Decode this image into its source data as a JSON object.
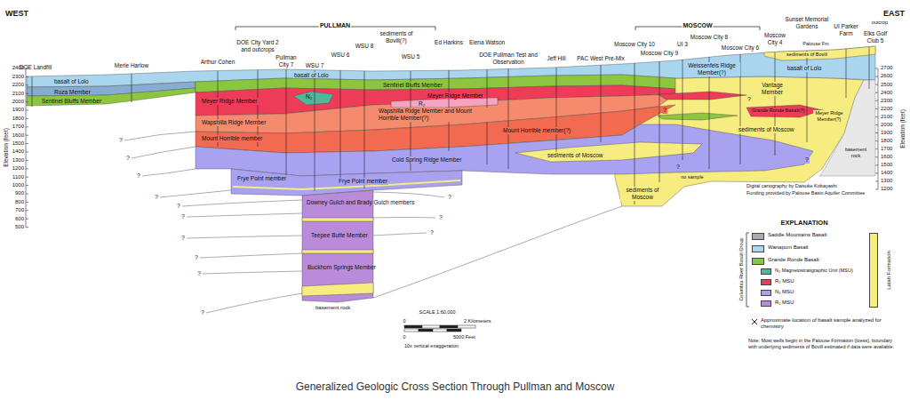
{
  "diagram": {
    "title": "Generalized Geologic Cross Section Through Pullman and Moscow",
    "labels": [
      "WEST",
      "EAST",
      "PULLMAN",
      "MOSCOW",
      "DOE Landfill",
      "Merle Harlow",
      "Arthur Cohen",
      "DOE City Yard 2 and outcrops",
      "Pullman City 7",
      "WSU 7",
      "WSU 6",
      "WSU 8",
      "sediments of Bovill(?)",
      "WSU 5",
      "Ed Harkins",
      "Elena Watson",
      "DOE Pullman Test and Observation",
      "Jeff Hill",
      "PAC West Pre-Mix",
      "Moscow City 10",
      "Moscow City 9",
      "UI 3",
      "Moscow City 8",
      "Moscow City 6",
      "Moscow City 4",
      "Sunset Memorial Gardens",
      "Palouse Fm",
      "UI Parker Farm",
      "Elks Golf Club 5",
      "outcrop",
      "2400",
      "2300",
      "2200",
      "2100",
      "2000",
      "1900",
      "1800",
      "1700",
      "1600",
      "1500",
      "1400",
      "1300",
      "1200",
      "1100",
      "1000",
      "900",
      "800",
      "700",
      "600",
      "500",
      "Elevation (feet)",
      "2700",
      "2600",
      "2500",
      "2400",
      "2300",
      "2200",
      "2100",
      "2000",
      "1900",
      "1800",
      "1700",
      "1600",
      "1500",
      "1400",
      "1300",
      "1200",
      "Elevation (feet)",
      "basalt of Lolo",
      "Roza Member",
      "Sentinel Bluffs Member",
      "basalt of Lolo",
      "Sentinel Bluffs Member",
      "Meyer Ridge Member",
      "Meyer Ridge Member",
      "N₂",
      "R₂",
      "Wapshilla Ridge Member",
      "Wapshilla Ridge Member and Mount Horrible Member(?)",
      "Mount Horrible member",
      "Mount Horrible member(?)",
      "Cold Spring Ridge Member",
      "sediments of Moscow",
      "Frye Point member",
      "Frye Point member",
      "Downey Gulch and Brady Gulch members",
      "Teepee Butte Member",
      "Buckhorn Springs Member",
      "basement rock",
      "sediments of Moscow",
      "no sample",
      "Weissenfels Ridge Member(?)",
      "Vantage Member",
      "sediments of Bovill",
      "basalt of Lolo",
      "Grande Ronde Basalt(?)",
      "Meyer Ridge Member(?)",
      "sediments of Moscow",
      "basement rock",
      "Digital cartography by Daisuke Kobayashi",
      "Funding provided by Palouse Basin Aquifer Committee",
      "EXPLANATION",
      "Columbia River Basalt Group",
      "Note: Most wells begin in the Palouse Formation (loess), boundary with underlying sediments of Bovill estimated if data were available.",
      "SCALE 1:60,000",
      "0",
      "2 Kilometers",
      "0",
      "5000 Feet",
      "10x vertical exaggeration",
      "?",
      "?",
      "?",
      "?",
      "?",
      "?",
      "?",
      "?",
      "?",
      "?",
      "?",
      "?",
      "?",
      "?",
      "?",
      "?",
      "?"
    ],
    "legend": [
      {
        "text": "Saddle Mountains Basalt",
        "color": "#a9a9b4"
      },
      {
        "text": "Wanapum Basalt",
        "color": "#a9d5ef"
      },
      {
        "text": "Grande Ronde Basalt",
        "color": "#8cc63f"
      },
      {
        "text": "N₂ Magnetostratigraphic Unit (MSU)",
        "color": "#4fb79c"
      },
      {
        "text": "R₂ MSU",
        "color": "#ee3b57"
      },
      {
        "text": "N₁ MSU",
        "color": "#a9a2f0"
      },
      {
        "text": "R₁ MSU",
        "color": "#b98bd9"
      },
      {
        "text": "Latah Formation",
        "color": "#f7ec80"
      },
      {
        "text": "Approximate location of basalt sample analyzed for chemistry"
      }
    ]
  }
}
